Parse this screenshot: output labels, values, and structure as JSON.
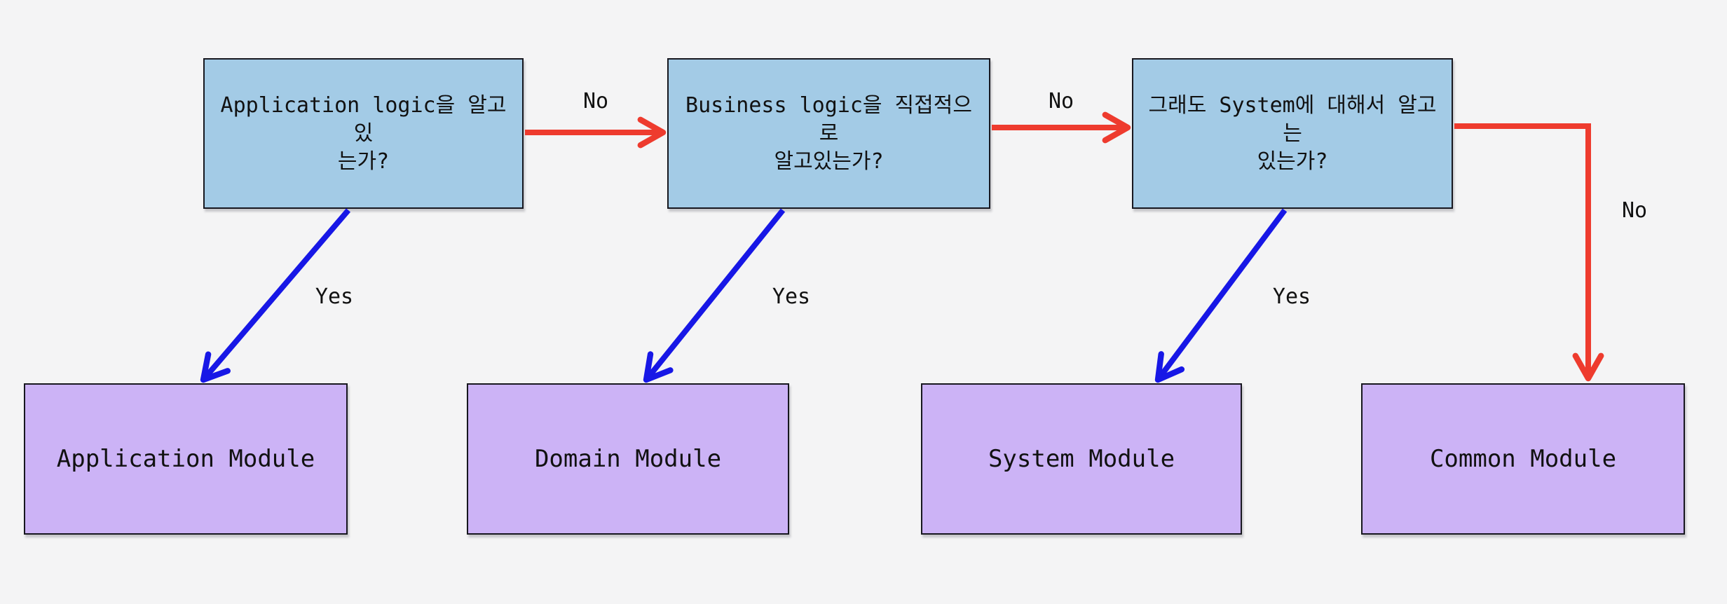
{
  "diagram": {
    "background": "#f4f4f5",
    "colors": {
      "decision_fill": "#a3cbe6",
      "module_fill": "#ccb3f6",
      "node_border": "#17171f",
      "no_arrow": "#ee3b2e",
      "yes_arrow": "#1717e6",
      "text": "#111111",
      "background": "#f4f4f5"
    },
    "decisions": [
      {
        "text": "Application logic을 알고있\n는가?"
      },
      {
        "text": "Business logic을 직접적으로\n알고있는가?"
      },
      {
        "text": "그래도 System에 대해서 알고는\n있는가?"
      }
    ],
    "modules": [
      {
        "text": "Application Module"
      },
      {
        "text": "Domain Module"
      },
      {
        "text": "System Module"
      },
      {
        "text": "Common Module"
      }
    ],
    "edge_labels": {
      "no1": "No",
      "no2": "No",
      "no3": "No",
      "yes1": "Yes",
      "yes2": "Yes",
      "yes3": "Yes"
    }
  }
}
